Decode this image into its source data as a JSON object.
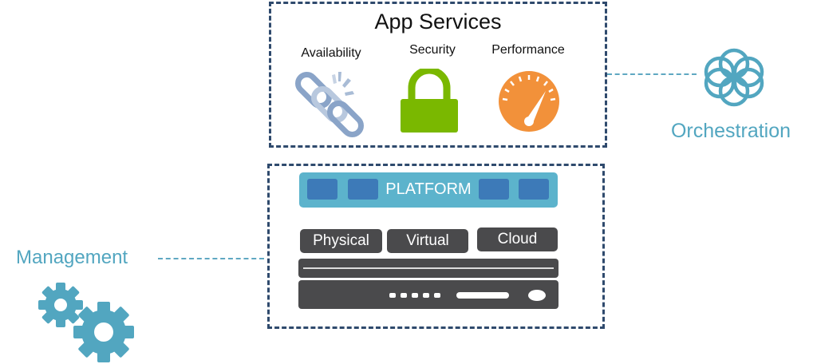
{
  "app_services": {
    "title": "App Services",
    "items": [
      {
        "label": "Availability",
        "icon": "broken-chain-icon"
      },
      {
        "label": "Security",
        "icon": "lock-icon"
      },
      {
        "label": "Performance",
        "icon": "gauge-icon"
      }
    ]
  },
  "platform": {
    "label": "PLATFORM",
    "environments": [
      "Physical",
      "Virtual",
      "Cloud"
    ]
  },
  "orchestration": {
    "label": "Orchestration",
    "icon": "flower-knot-icon"
  },
  "management": {
    "label": "Management",
    "icon": "gears-icon"
  },
  "colors": {
    "accent": "#52a6c0",
    "frame": "#2f4a6d",
    "platform_bar": "#5cb3cc",
    "platform_squares": "#3d7ab8",
    "hardware": "#4a4a4c",
    "lock": "#7ab800",
    "gauge": "#f2913a"
  }
}
